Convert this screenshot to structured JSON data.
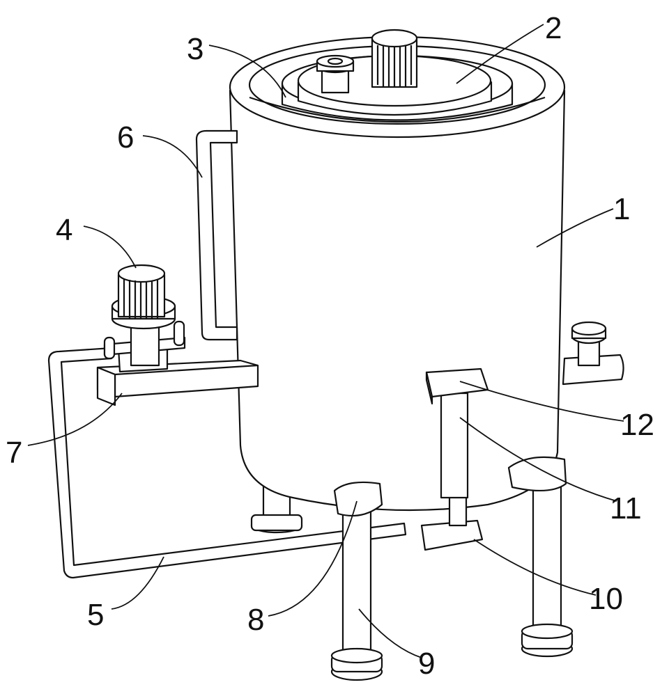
{
  "figure": {
    "labels": {
      "tank_body": "1",
      "lid_motor": "2",
      "inner_ring": "3",
      "pump": "4",
      "return_pipe": "5",
      "inlet_pipe": "6",
      "pump_platform": "7",
      "leg_top_block": "8",
      "support_leg": "9",
      "bottom_plate": "10",
      "support_rod": "11",
      "top_plate": "12"
    }
  }
}
